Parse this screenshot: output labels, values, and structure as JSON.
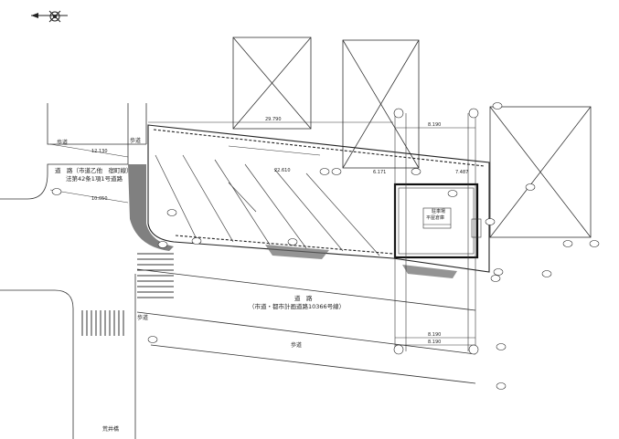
{
  "labels": {
    "sidewalk_left": "歩道",
    "sidewalk_corner": "歩道",
    "road_upper_title": "道　路（市道乙他　宿町線）",
    "road_upper_sub": "法第42条1項1号道路",
    "road_lower_title": "道　路",
    "road_lower_sub": "（市道・都市計画道路10366号線）",
    "sidewalk_bottom": "歩道",
    "sidewalk_bottom_left": "歩道",
    "place_name": "荒井橋",
    "building_title": "平屋倉庫",
    "building_header": "駐車場"
  },
  "dimensions": {
    "top_overall": "29.790",
    "top_right": "8.190",
    "bottom_1": "8.190",
    "bottom_2": "8.190",
    "road_width_1": "12.130",
    "road_width_2": "10.050",
    "mid_slope": "22.610",
    "side_1": "6.171",
    "side_2": "7.487"
  },
  "markers": {
    "north_bm": "100",
    "points": [
      "20",
      "20",
      "20",
      "20",
      "20",
      "20",
      "20",
      "20",
      "20",
      "20",
      "20",
      "20"
    ]
  },
  "icons": {
    "north_arrow": "north-arrow-icon"
  }
}
